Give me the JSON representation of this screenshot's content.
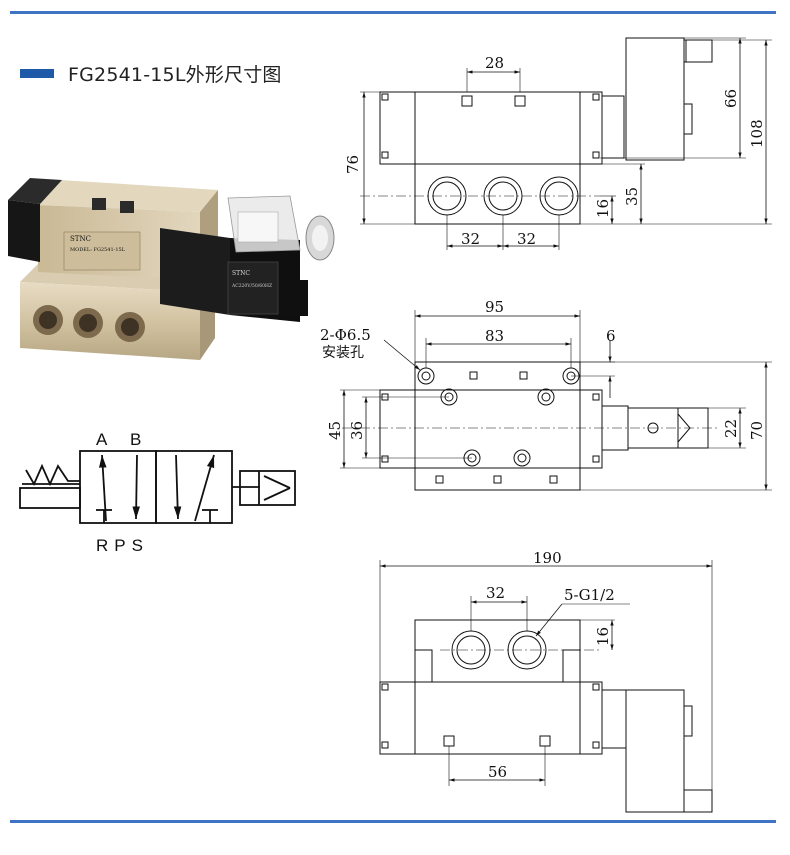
{
  "title": "FG2541-15L外形尺寸图",
  "colors": {
    "accent": "#1f5aa8",
    "rule": "#3f73c4",
    "body": "#d6c7a8",
    "coil": "#1a1a1a"
  },
  "product_photo": {
    "brand": "STNC",
    "model": "MODEL: FG2541-15L",
    "coil_text": "AC220V/50/60HZ"
  },
  "symbol": {
    "port_a": "A",
    "port_b": "B",
    "bottom_ports": "RPS"
  },
  "side_view": {
    "dim_28": "28",
    "dim_66": "66",
    "dim_108": "108",
    "dim_76": "76",
    "dim_35": "35",
    "dim_16": "16",
    "dim_32a": "32",
    "dim_32b": "32"
  },
  "top_view": {
    "dim_95": "95",
    "dim_83": "83",
    "dim_6": "6",
    "hole_note": "2-Φ6.5",
    "hole_note_2": "安装孔",
    "dim_45": "45",
    "dim_36": "36",
    "dim_22": "22",
    "dim_70": "70"
  },
  "bottom_view": {
    "dim_190": "190",
    "dim_32": "32",
    "port_note": "5-G1/2",
    "dim_16": "16",
    "dim_56": "56"
  }
}
